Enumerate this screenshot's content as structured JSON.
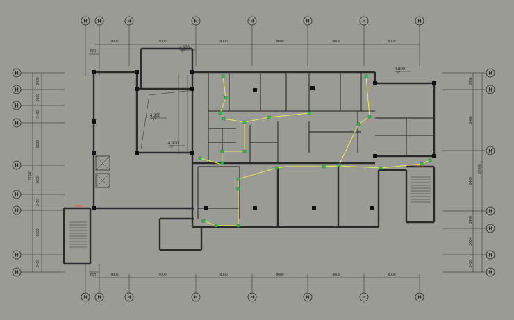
{
  "drawing": {
    "background": "#9a9b95",
    "wall_color": "#2a2a2a",
    "route_color": "#e8e85a",
    "node_color": "#2fbf4f",
    "axis_bubble_label": "H",
    "top_dimensions": [
      "600",
      "4800",
      "9600",
      "8000",
      "8000",
      "8000",
      "8000"
    ],
    "bottom_dimensions": [
      "600",
      "4800",
      "9600",
      "8000",
      "8000",
      "8000",
      "8000"
    ],
    "left_dimensions": [
      "2400",
      "2100",
      "2400",
      "6000",
      "3600",
      "2450",
      "6000",
      "2400"
    ],
    "left_total": "27600",
    "right_dimensions": [
      "2400",
      "8400",
      "8400",
      "2400",
      "3600",
      "2400"
    ],
    "right_total": "27600",
    "elevations": [
      "4.800",
      "4.800",
      "4.900",
      "4.900"
    ],
    "fire_door_labels": [
      "FM-1",
      "FM-1"
    ]
  }
}
